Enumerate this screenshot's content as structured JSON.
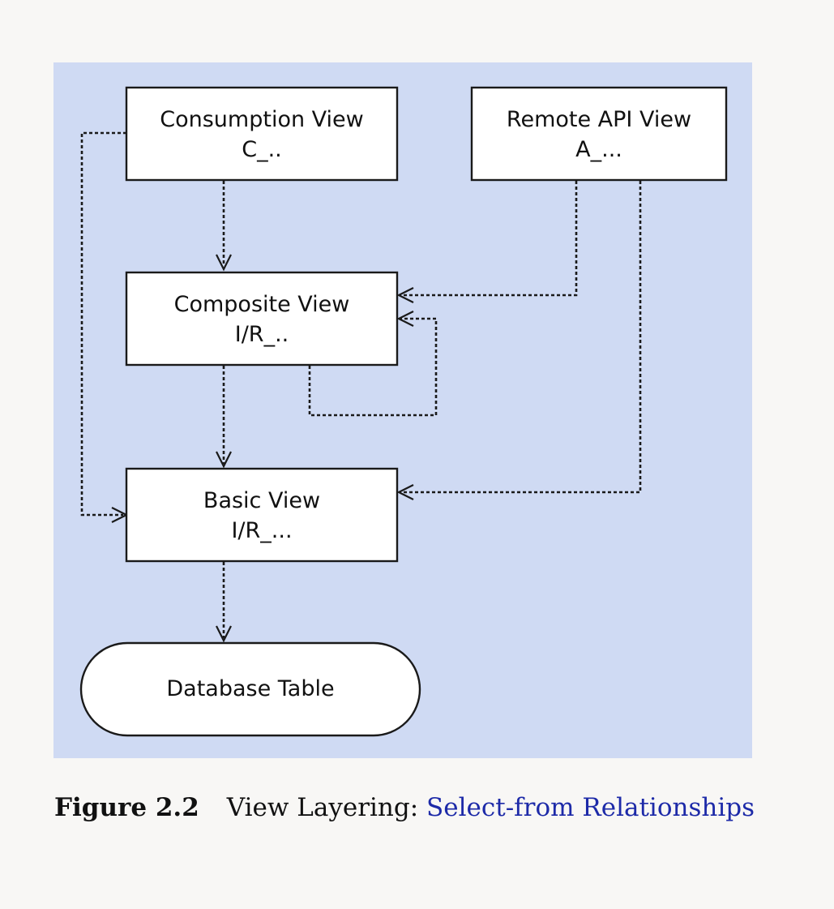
{
  "colors": {
    "page_background": "#f8f7f5",
    "panel_background": "#cfdaf3",
    "box_fill": "#ffffff",
    "line": "#1a1a1a",
    "caption_link": "#1d2aa8"
  },
  "nodes": {
    "consumption": {
      "title": "Consumption View",
      "sub": "C_.."
    },
    "remote_api": {
      "title": "Remote API View",
      "sub": "A_..."
    },
    "composite": {
      "title": "Composite View",
      "sub": "I/R_.."
    },
    "basic": {
      "title": "Basic View",
      "sub": "I/R_..."
    },
    "database": {
      "title": "Database Table"
    }
  },
  "edges": [
    {
      "from": "Consumption View",
      "to": "Composite View",
      "style": "dashed"
    },
    {
      "from": "Consumption View",
      "to": "Basic View",
      "style": "dashed"
    },
    {
      "from": "Remote API View",
      "to": "Composite View",
      "style": "dashed"
    },
    {
      "from": "Remote API View",
      "to": "Basic View",
      "style": "dashed"
    },
    {
      "from": "Composite View",
      "to": "Composite View",
      "style": "dashed"
    },
    {
      "from": "Composite View",
      "to": "Basic View",
      "style": "dashed"
    },
    {
      "from": "Basic View",
      "to": "Database Table",
      "style": "dashed"
    }
  ],
  "caption": {
    "number": "Figure 2.2",
    "text_part1": "View Layering: ",
    "text_part2": "Select-from Relationships"
  }
}
